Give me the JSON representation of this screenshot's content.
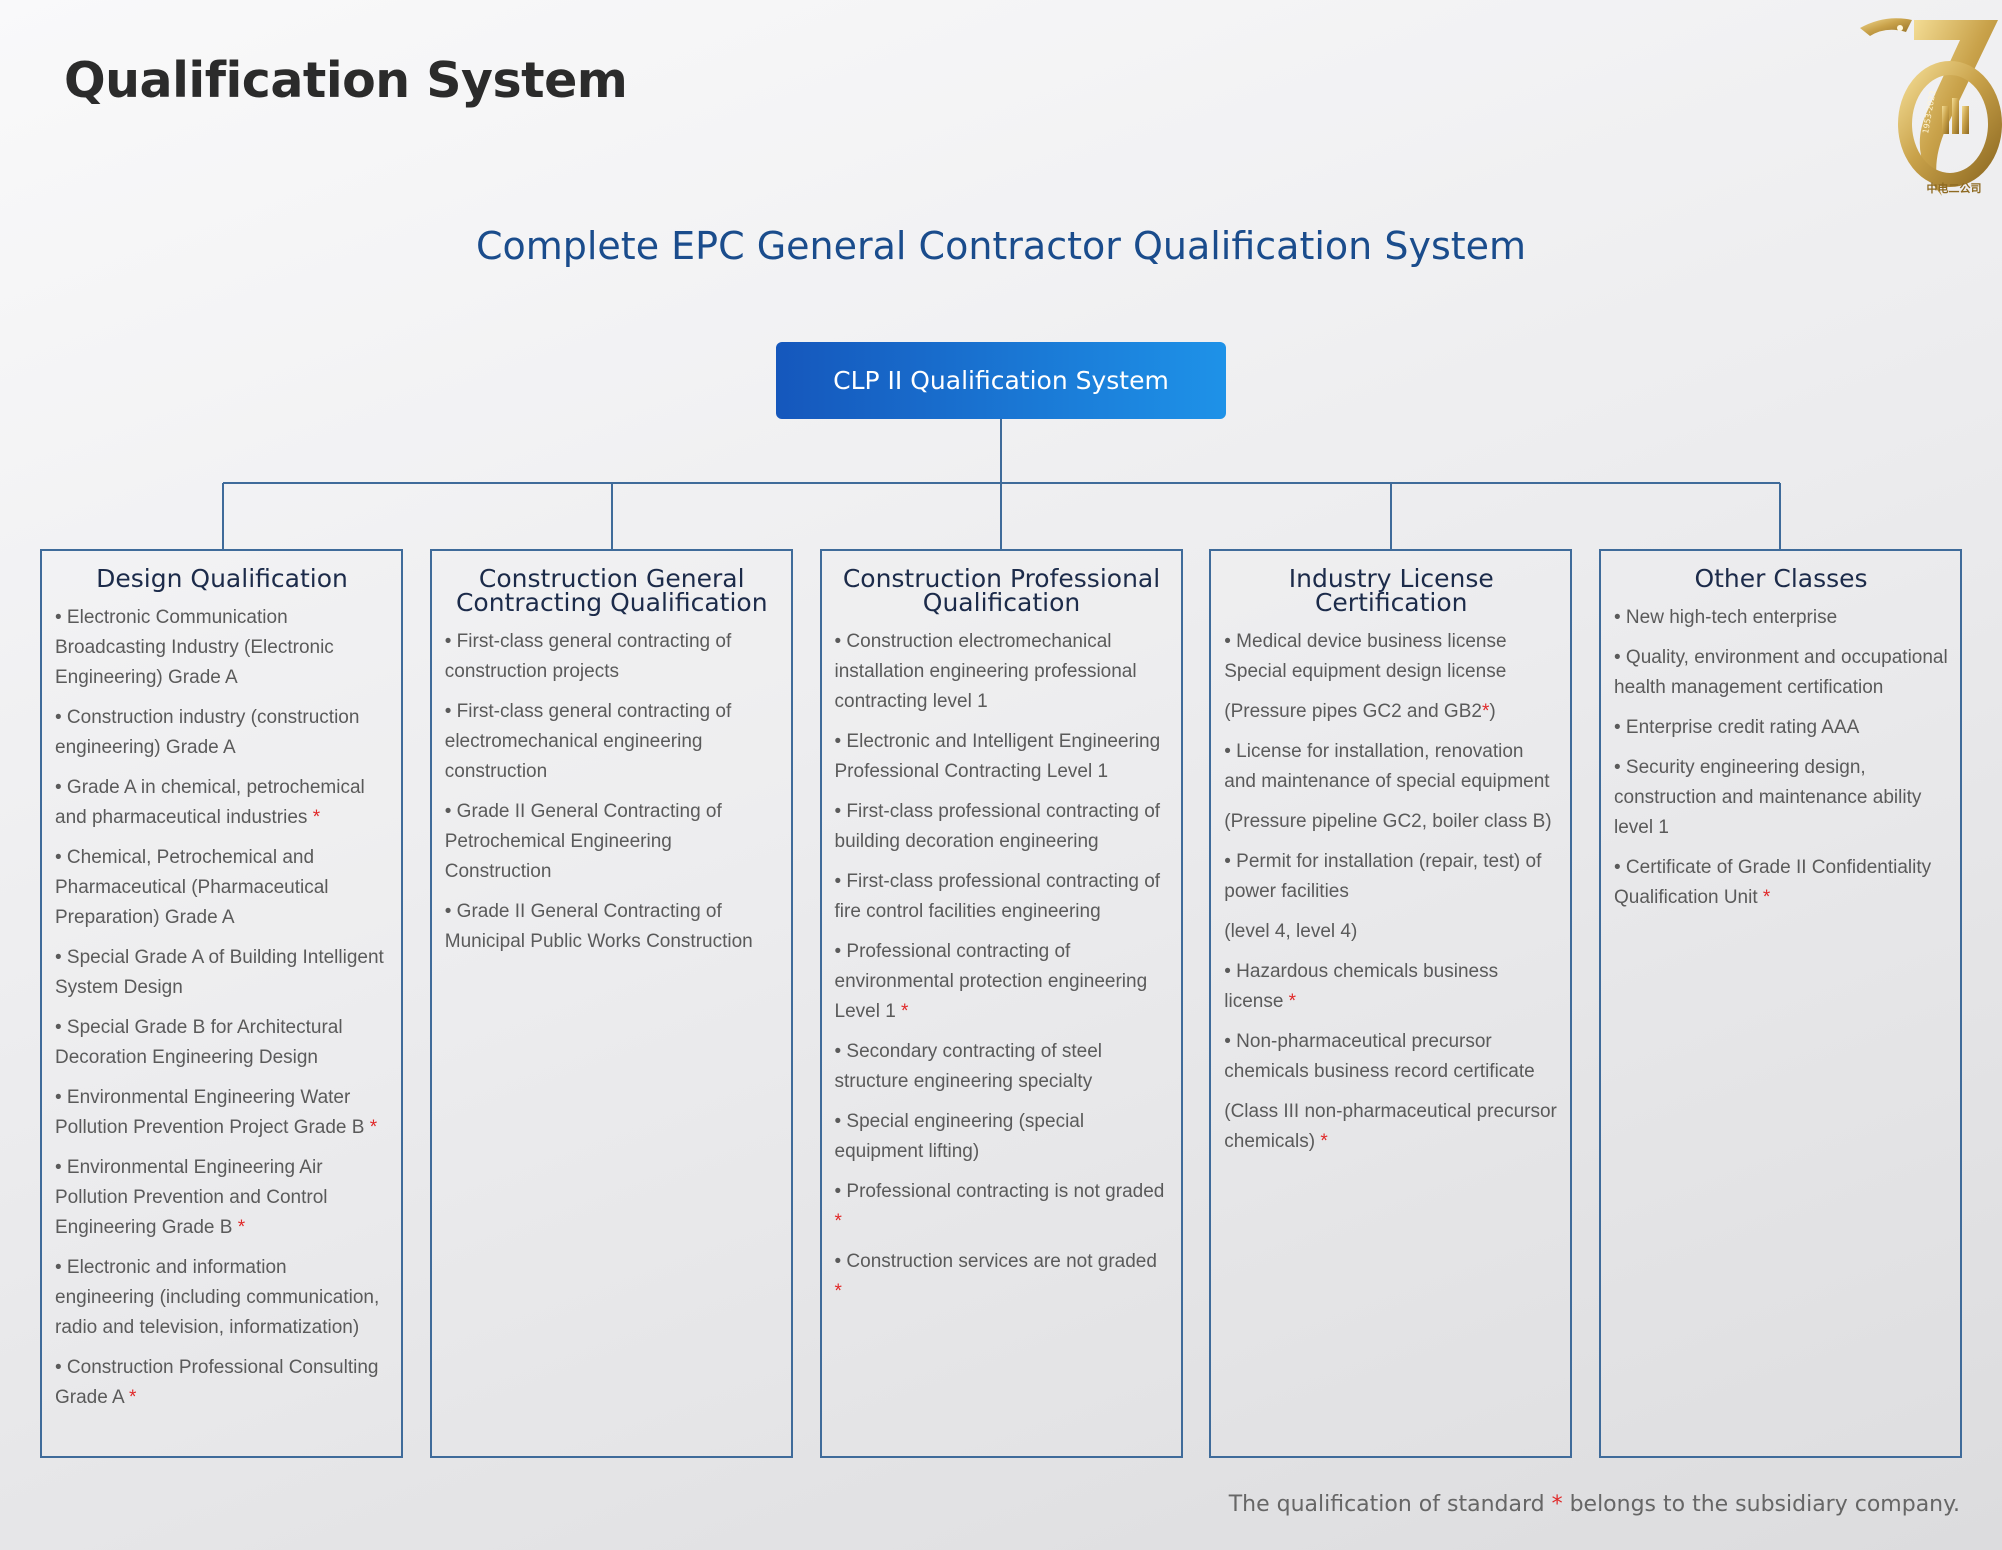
{
  "header": {
    "title": "Qualification System",
    "logo_icon": "anniversary-70-gold-logo",
    "logo_years": "1953-2023",
    "logo_text": "中电二公司"
  },
  "diagram": {
    "subtitle": "Complete EPC General Contractor Qualification System",
    "root": "CLP II Qualification System",
    "connector_color": "#3f6b9a",
    "root_gradient": [
      "#1557bc",
      "#1e92e8"
    ],
    "columns": [
      {
        "title": "Design Qualification",
        "items": [
          {
            "text": "• Electronic Communication Broadcasting Industry (Electronic Engineering) Grade A",
            "star": ""
          },
          {
            "text": "• Construction industry (construction engineering) Grade A",
            "star": ""
          },
          {
            "text": "• Grade A in chemical, petrochemical and pharmaceutical industries ",
            "star": "*"
          },
          {
            "text": "• Chemical, Petrochemical and Pharmaceutical (Pharmaceutical Preparation) Grade A",
            "star": ""
          },
          {
            "text": "• Special Grade A of Building Intelligent System Design",
            "star": ""
          },
          {
            "text": "• Special Grade B for Architectural Decoration Engineering Design",
            "star": ""
          },
          {
            "text": "• Environmental Engineering Water Pollution Prevention Project Grade B ",
            "star": "*"
          },
          {
            "text": "• Environmental Engineering Air Pollution Prevention and Control Engineering Grade B ",
            "star": "*"
          },
          {
            "text": "• Electronic and information engineering (including communication, radio and television, informatization)",
            "star": ""
          },
          {
            "text": "• Construction Professional Consulting Grade A ",
            "star": "*"
          }
        ]
      },
      {
        "title": "Construction General Contracting Qualification",
        "items": [
          {
            "text": "• First-class general contracting of construction projects",
            "star": ""
          },
          {
            "text": "• First-class general contracting of electromechanical engineering construction",
            "star": ""
          },
          {
            "text": "• Grade II General Contracting of Petrochemical Engineering Construction",
            "star": ""
          },
          {
            "text": "• Grade II General Contracting of Municipal Public Works Construction",
            "star": ""
          }
        ]
      },
      {
        "title": "Construction Professional Qualification",
        "items": [
          {
            "text": "• Construction electromechanical installation engineering professional contracting level 1",
            "star": ""
          },
          {
            "text": "• Electronic and Intelligent Engineering Professional Contracting Level 1",
            "star": ""
          },
          {
            "text": "• First-class professional contracting of building decoration engineering",
            "star": ""
          },
          {
            "text": "• First-class professional contracting of fire control facilities engineering",
            "star": ""
          },
          {
            "text": "• Professional contracting of environmental protection engineering Level 1 ",
            "star": "*"
          },
          {
            "text": "• Secondary contracting of steel structure engineering specialty",
            "star": ""
          },
          {
            "text": "• Special engineering (special equipment lifting)",
            "star": ""
          },
          {
            "text": "• Professional contracting is not graded ",
            "star": "*"
          },
          {
            "text": "• Construction services are not graded ",
            "star": "*"
          }
        ]
      },
      {
        "title": "Industry License Certification",
        "items": [
          {
            "text": "• Medical device business license Special equipment design license",
            "star": ""
          },
          {
            "text": "(Pressure pipes GC2 and GB2",
            "star": "*",
            "after": ")"
          },
          {
            "text": "• License for installation, renovation and maintenance of special equipment",
            "star": ""
          },
          {
            "text": "(Pressure pipeline GC2, boiler class B)",
            "star": ""
          },
          {
            "text": "• Permit for installation (repair, test) of power facilities",
            "star": ""
          },
          {
            "text": "(level 4, level 4)",
            "star": ""
          },
          {
            "text": "• Hazardous chemicals business license ",
            "star": "*"
          },
          {
            "text": "• Non-pharmaceutical precursor chemicals business record certificate",
            "star": ""
          },
          {
            "text": "(Class III non-pharmaceutical precursor chemicals) ",
            "star": "*"
          }
        ]
      },
      {
        "title": "Other Classes",
        "items": [
          {
            "text": "• New high-tech enterprise",
            "star": ""
          },
          {
            "text": "• Quality, environment and occupational health management certification",
            "star": ""
          },
          {
            "text": "• Enterprise credit rating AAA",
            "star": ""
          },
          {
            "text": "• Security engineering design, construction and maintenance ability level 1",
            "star": ""
          },
          {
            "text": "• Certificate of Grade II Confidentiality Qualification Unit ",
            "star": "*"
          }
        ]
      }
    ]
  },
  "footnote": {
    "before": "The qualification of standard ",
    "star": "*",
    "after": " belongs to the subsidiary company.",
    "star_color": "#e02828"
  }
}
